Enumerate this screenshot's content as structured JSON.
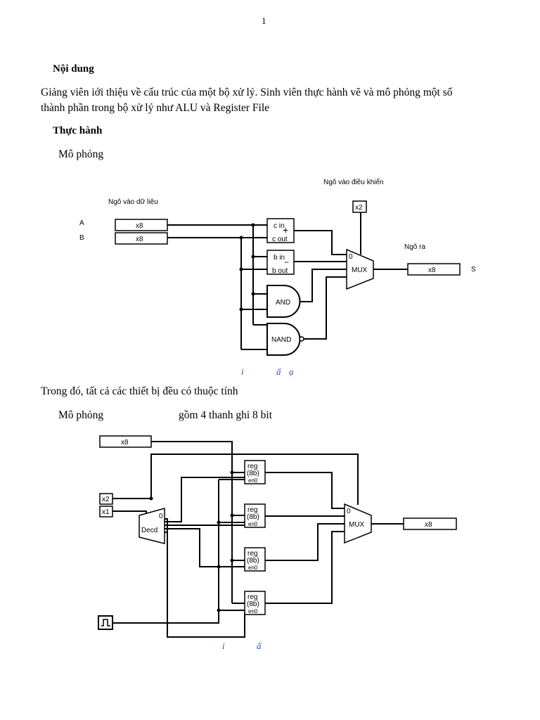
{
  "page_number": "1",
  "heading_content": "Nội dung",
  "intro_line1": "Giảng viên   iới thiệu về cấu trúc của một bộ xử lý. Sinh viên thực hành vẽ và mô phỏng một số",
  "intro_line2": "thành phần trong bộ xử lý như ALU và Register File",
  "heading_practice": "Thực hành",
  "sim1_label": "Mô phỏng",
  "caption1": [
    "i",
    "ẩ",
    "ạ"
  ],
  "note_line": "Trong đó, tất cả các thiết bị đều có thuộc tính",
  "sim2_label": "Mô phỏng",
  "sim2_suffix": "gồm 4 thanh ghi 8 bit",
  "caption2": [
    "i",
    "ẩ"
  ],
  "alu": {
    "control_input_label": "Ngõ vào điều khiển",
    "data_input_label": "Ngõ vào dữ liệu",
    "output_label": "Ngõ ra",
    "pin_a": "A",
    "pin_b": "B",
    "pin_s": "S",
    "in_a_width": "x8",
    "in_b_width": "x8",
    "ctrl_width": "x2",
    "out_width": "x8",
    "adder_cin": "c in",
    "adder_cout": "c out",
    "adder_sign": "+",
    "sub_bin": "b in",
    "sub_bout": "b out",
    "sub_sign": "−",
    "and_label": "AND",
    "nand_label": "NAND",
    "mux_label": "MUX",
    "mux_sel0": "0"
  },
  "regfile": {
    "data_in_width": "x8",
    "sel_hi": "x2",
    "sel_lo": "x1",
    "decoder_label": "Decd",
    "decoder_sel0": "0",
    "reg_label": "reg",
    "reg_bits": "(8b)",
    "reg_en": "en0",
    "mux_label": "MUX",
    "mux_sel0": "0",
    "out_width": "x8"
  }
}
